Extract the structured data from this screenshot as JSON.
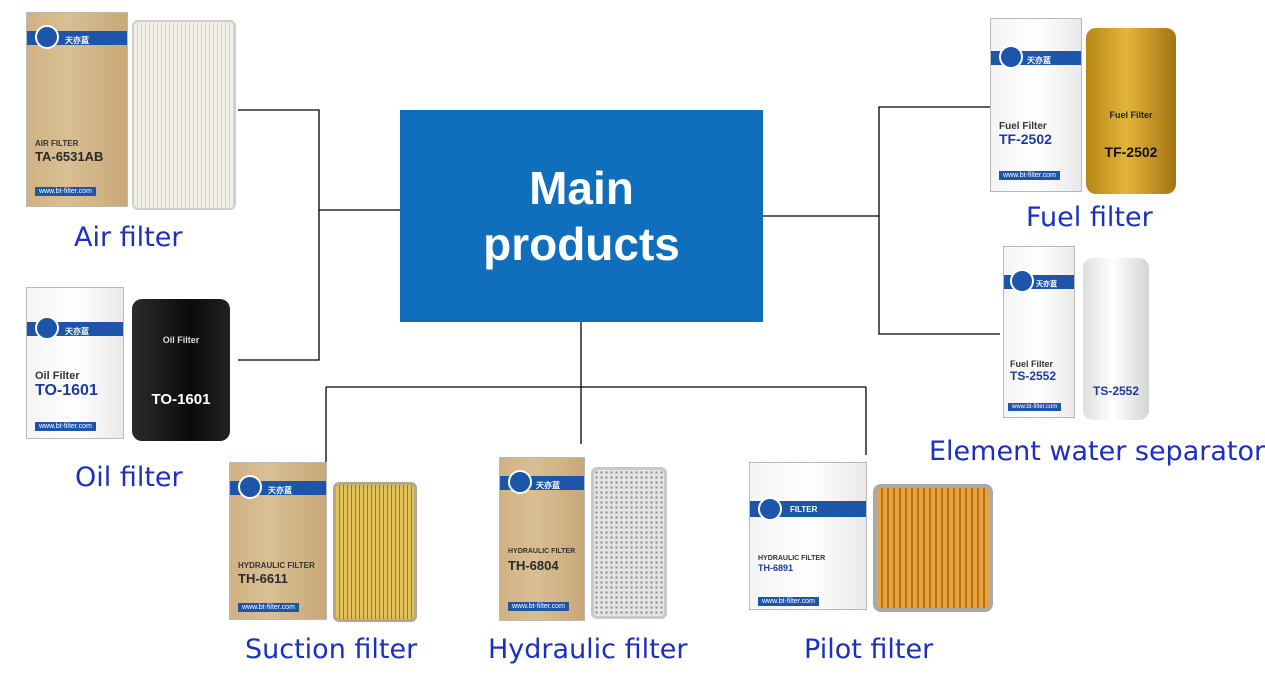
{
  "center": {
    "line1": "Main",
    "line2": "products"
  },
  "products": {
    "air": {
      "label": "Air filter",
      "brand": "天亦蓝",
      "box_title": "AIR FILTER",
      "box_code": "TA-6531AB",
      "url": "www.bt-filter.com"
    },
    "oil": {
      "label": "Oil filter",
      "brand": "天亦蓝",
      "box_title": "Oil Filter",
      "box_code": "TO-1601",
      "elem_title": "Oil Filter",
      "elem_code": "TO-1601",
      "url": "www.bt-filter.com"
    },
    "suction": {
      "label": "Suction filter",
      "brand": "天亦蓝",
      "box_title": "HYDRAULIC FILTER",
      "box_code": "TH-6611",
      "url": "www.bt-filter.com"
    },
    "hydraulic": {
      "label": "Hydraulic filter",
      "brand": "天亦蓝",
      "box_title": "HYDRAULIC FILTER",
      "box_code": "TH-6804",
      "url": "www.bt-filter.com"
    },
    "pilot": {
      "label": "Pilot filter",
      "brand": "FILTER",
      "box_title": "HYDRAULIC FILTER",
      "box_code": "TH-6891",
      "url": "www.bt-filter.com"
    },
    "fuel": {
      "label": "Fuel filter",
      "brand": "天亦蓝",
      "box_title": "Fuel Filter",
      "box_code": "TF-2502",
      "elem_title": "Fuel Filter",
      "elem_code": "TF-2502",
      "url": "www.bt-filter.com"
    },
    "water": {
      "label": "Element water separator",
      "brand": "天亦蓝",
      "box_title": "Fuel Filter",
      "box_code": "TS-2552",
      "elem_code": "TS-2552",
      "url": "www.bt-filter.com"
    }
  },
  "colors": {
    "center_fill": "#0f6fbd",
    "label_text": "#1b2fc0",
    "connector": "#000000"
  }
}
